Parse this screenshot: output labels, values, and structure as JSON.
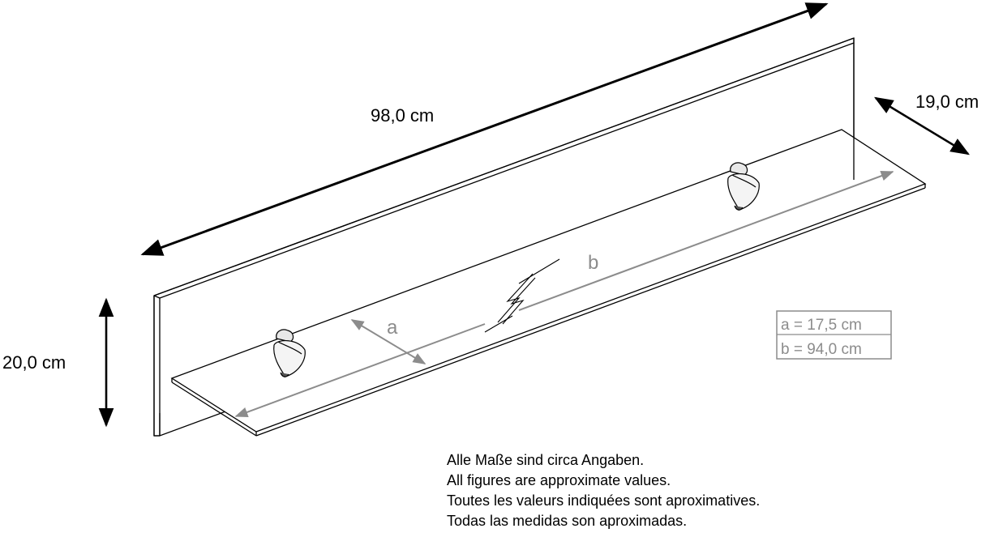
{
  "dimensions": {
    "length": "98,0 cm",
    "depth": "19,0 cm",
    "height": "20,0 cm"
  },
  "labels": {
    "a": "a",
    "b": "b"
  },
  "legend": {
    "a_value": "a = 17,5 cm",
    "b_value": "b = 94,0 cm"
  },
  "notes": [
    "Alle Maße sind circa Angaben.",
    "All figures are approximate values.",
    "Toutes les valeurs indiquées sont aproximatives.",
    "Todas las medidas son aproximadas."
  ],
  "colors": {
    "outline": "#000000",
    "measure": "#8c8c8c"
  }
}
